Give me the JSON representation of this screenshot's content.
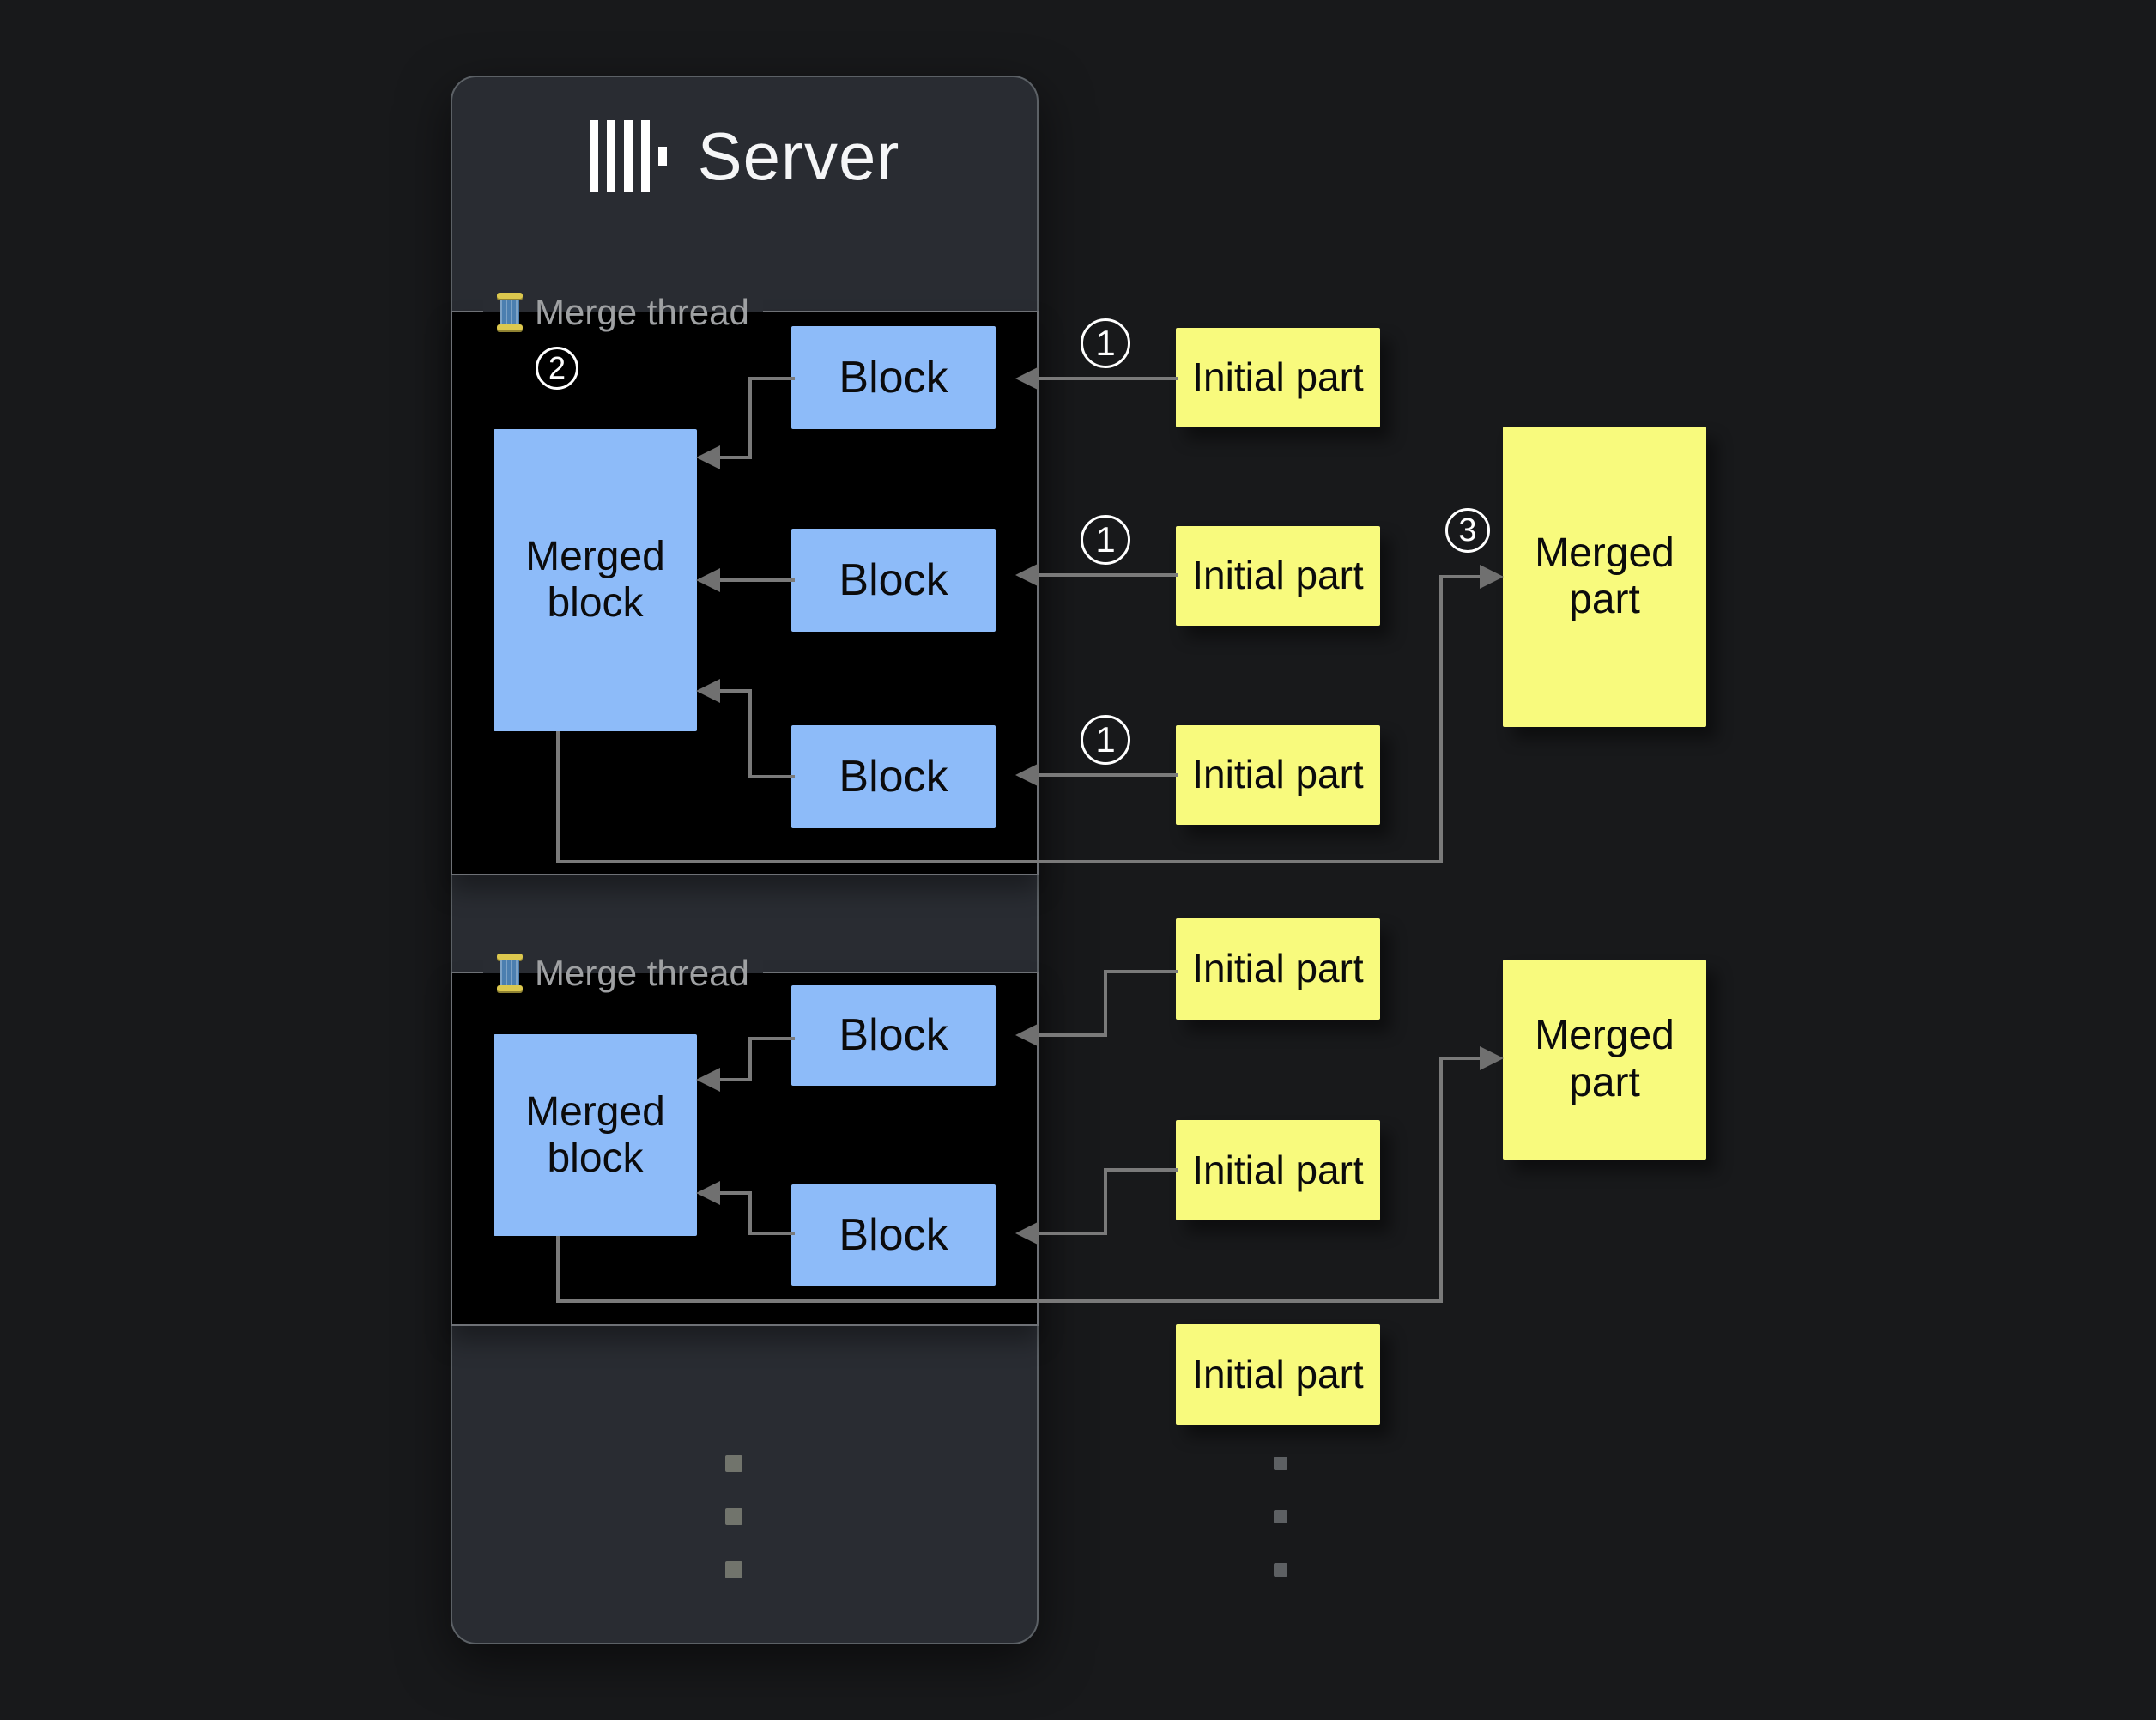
{
  "server": {
    "title": "Server"
  },
  "thread_sections": [
    {
      "label": "Merge thread",
      "step_badge": "2",
      "merged_block": {
        "label": "Merged block"
      },
      "blocks": [
        {
          "label": "Block"
        },
        {
          "label": "Block"
        },
        {
          "label": "Block"
        }
      ]
    },
    {
      "label": "Merge thread",
      "merged_block": {
        "label": "Merged block"
      },
      "blocks": [
        {
          "label": "Block"
        },
        {
          "label": "Block"
        }
      ]
    }
  ],
  "initial_parts": [
    {
      "label": "Initial part",
      "step_badge": "1"
    },
    {
      "label": "Initial part",
      "step_badge": "1"
    },
    {
      "label": "Initial part",
      "step_badge": "1"
    },
    {
      "label": "Initial part"
    },
    {
      "label": "Initial part"
    },
    {
      "label": "Initial part"
    }
  ],
  "merged_parts": [
    {
      "label": "Merged part",
      "step_badge": "3"
    },
    {
      "label": "Merged part"
    }
  ],
  "icons": {
    "logo": "clickhouse-bars-logo",
    "thread": "thread-spool",
    "ellipsis": "vertical-ellipsis-dots"
  },
  "colors": {
    "page_bg": "#18191b",
    "server_bg": "#292c32",
    "thread_bg": "#000000",
    "block_blue": "#8dbbf9",
    "part_yellow": "#f8fa7d",
    "connector_gray": "#7a7a7a",
    "label_gray": "#9fa1a3",
    "badge_white": "#ffffff"
  }
}
